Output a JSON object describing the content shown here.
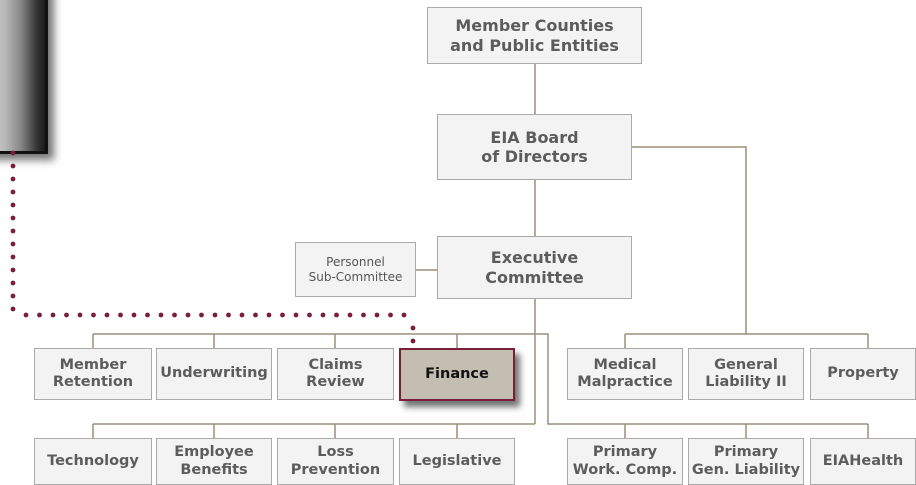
{
  "org_chart": {
    "top": "Member Counties\nand Public Entities",
    "board": "EIA Board\nof Directors",
    "executive": "Executive\nCommittee",
    "personnel": "Personnel\nSub-Committee",
    "row1_left": [
      "Member\nRetention",
      "Underwriting",
      "Claims\nReview",
      "Finance"
    ],
    "row1_right": [
      "Medical\nMalpractice",
      "General\nLiability II",
      "Property"
    ],
    "row2_left": [
      "Technology",
      "Employee\nBenefits",
      "Loss\nPrevention",
      "Legislative"
    ],
    "row2_right": [
      "Primary\nWork. Comp.",
      "Primary\nGen. Liability",
      "EIAHealth"
    ]
  },
  "colors": {
    "connector": "#9c8f78",
    "dotted": "#7a1f3a",
    "highlight_fill": "#c4bdb1"
  }
}
